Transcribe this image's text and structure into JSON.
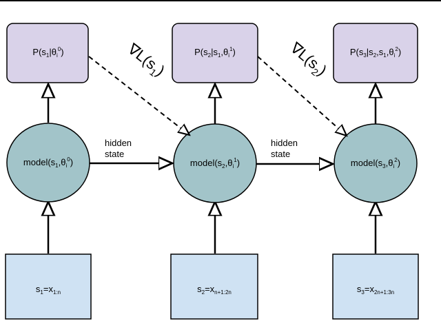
{
  "colors": {
    "prob_fill": "#d9d2e9",
    "model_fill": "#a2c4c9",
    "input_fill": "#cfe2f3",
    "stroke": "#000000"
  },
  "columns": [
    {
      "prob": {
        "p": "P(",
        "s": "s",
        "s_sub": "1",
        "bar": "|",
        "theta": "θ",
        "theta_sub": "i",
        "theta_sup": "0",
        "close": ")"
      },
      "model": {
        "m": "model(",
        "s": "s",
        "s_sub": "1",
        "comma": ",",
        "theta": "θ",
        "theta_sub": "i",
        "theta_sup": "0",
        "close": ")"
      },
      "input": {
        "s": "s",
        "s_sub": "1",
        "eq": "=x",
        "x_sub": "1:n"
      }
    },
    {
      "prob": {
        "p": "P(",
        "s": "s",
        "s_sub": "2",
        "bar": "|s",
        "given_sub": "1",
        "comma": ",",
        "theta": "θ",
        "theta_sub": "i",
        "theta_sup": "1",
        "close": ")"
      },
      "model": {
        "m": "model(",
        "s": "s",
        "s_sub": "2",
        "comma": ",",
        "theta": "θ",
        "theta_sub": "i",
        "theta_sup": "1",
        "close": ")"
      },
      "input": {
        "s": "s",
        "s_sub": "2",
        "eq": "=x",
        "x_sub": "n+1:2n"
      }
    },
    {
      "prob": {
        "p": "P(",
        "s": "s",
        "s_sub": "3",
        "bar": "|s",
        "given_sub": "2",
        "comma": ",s",
        "given2_sub": "1",
        "comma2": ",",
        "theta": "θ",
        "theta_sub": "i",
        "theta_sup": "2",
        "close": ")"
      },
      "model": {
        "m": "model(",
        "s": "s",
        "s_sub": "3",
        "comma": ",",
        "theta": "θ",
        "theta_sub": "i",
        "theta_sup": "2",
        "close": ")"
      },
      "input": {
        "s": "s",
        "s_sub": "3",
        "eq": "=x",
        "x_sub": "2n+1:3n"
      }
    }
  ],
  "edges": {
    "hidden_state_1": [
      "hidden",
      "state"
    ],
    "hidden_state_2": [
      "hidden",
      "state"
    ],
    "grad_1": {
      "nabla": "∇",
      "L": "L",
      "paren": "(s",
      "sub": "1",
      "close": ")"
    },
    "grad_2": {
      "nabla": "∇",
      "L": "L",
      "paren": "(s",
      "sub": "2",
      "close": ")"
    }
  }
}
